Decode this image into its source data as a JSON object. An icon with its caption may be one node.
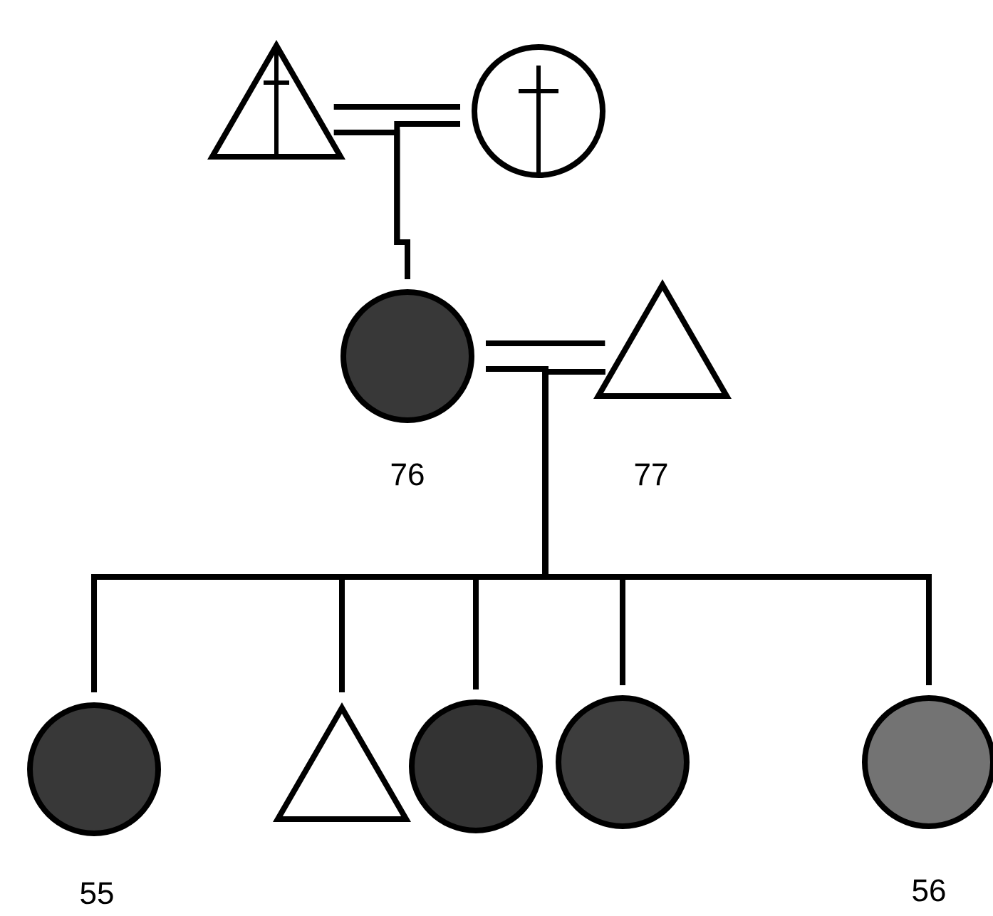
{
  "diagram": {
    "nodes": [
      {
        "text": [],
        "shape": "triangle"
      },
      {
        "text": [],
        "shape": "circle"
      },
      {
        "text": [],
        "shape": "circle",
        "beside": [
          "76"
        ]
      },
      {
        "text": [],
        "shape": "triangle",
        "beside": [
          "77"
        ]
      },
      {
        "text": [],
        "shape": "circle",
        "beside": [
          "55"
        ]
      },
      {
        "text": [],
        "shape": "triangle"
      },
      {
        "text": [],
        "shape": "circle"
      },
      {
        "text": [],
        "shape": "circle"
      },
      {
        "text": [],
        "shape": "circle",
        "beside": [
          "56"
        ]
      }
    ],
    "edges": [
      {
        "from": 0,
        "to": 1,
        "arrow": "none"
      },
      {
        "from": 0,
        "to": 2,
        "arrow": "none"
      },
      {
        "from": 1,
        "to": 2,
        "arrow": "none"
      },
      {
        "from": 2,
        "to": 3,
        "arrow": "none"
      },
      {
        "from": 2,
        "to": 4,
        "arrow": "none"
      },
      {
        "from": 2,
        "to": 5,
        "arrow": "none"
      },
      {
        "from": 2,
        "to": 6,
        "arrow": "none"
      },
      {
        "from": 2,
        "to": 7,
        "arrow": "none"
      },
      {
        "from": 2,
        "to": 8,
        "arrow": "none"
      },
      {
        "from": 3,
        "to": 4,
        "arrow": "none"
      },
      {
        "from": 3,
        "to": 5,
        "arrow": "none"
      },
      {
        "from": 3,
        "to": 6,
        "arrow": "none"
      },
      {
        "from": 3,
        "to": 7,
        "arrow": "none"
      },
      {
        "from": 3,
        "to": 8,
        "arrow": "none"
      }
    ]
  }
}
